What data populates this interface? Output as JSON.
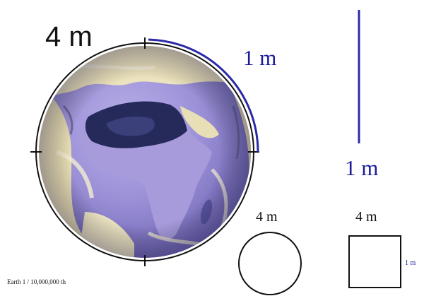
{
  "labels": {
    "earth_circumference": "4 m",
    "earth_arc": "1 m",
    "vertical_line": "1 m",
    "circle_perimeter": "4 m",
    "square_perimeter": "4 m",
    "square_side": "1 m",
    "caption": "Earth 1 / 10,000,000 th"
  },
  "colors": {
    "measure_blue": "#2a2aa8",
    "label_blue": "#1a1a9a",
    "outline": "#111111",
    "ocean_violet": "#9a8fd6",
    "ocean_deep": "#5a54a0",
    "land_cream": "#ece2bd",
    "land_dark": "#262a5a"
  }
}
